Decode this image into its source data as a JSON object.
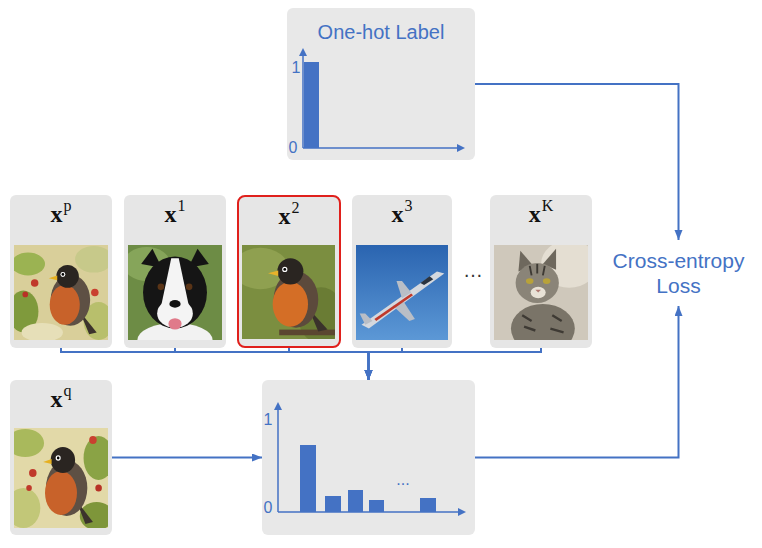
{
  "diagram": {
    "nodes": [
      {
        "text": [
          "One-hot Label",
          "1",
          "0"
        ]
      },
      {
        "text": [
          "x",
          "p"
        ]
      },
      {
        "text": [
          "x",
          "1"
        ]
      },
      {
        "text": [
          "x",
          "2"
        ]
      },
      {
        "text": [
          "x",
          "3"
        ]
      },
      {
        "text": [
          "x",
          "K"
        ]
      },
      {
        "text": [
          "Cross-entropy Loss"
        ]
      },
      {
        "text": [
          "x",
          "q"
        ]
      },
      {
        "text": [
          "1",
          "0",
          "..."
        ]
      }
    ],
    "edges": [
      {
        "from": 0,
        "to": 6,
        "arrow": "to"
      },
      {
        "from": 8,
        "to": 6,
        "arrow": "to"
      },
      {
        "from": 1,
        "to": 8,
        "arrow": "to"
      },
      {
        "from": 2,
        "to": 8,
        "arrow": "to"
      },
      {
        "from": 3,
        "to": 8,
        "arrow": "to"
      },
      {
        "from": 4,
        "to": 8,
        "arrow": "to"
      },
      {
        "from": 5,
        "to": 8,
        "arrow": "to"
      },
      {
        "from": 7,
        "to": 8,
        "arrow": "to"
      }
    ],
    "labels": [
      "…"
    ]
  }
}
